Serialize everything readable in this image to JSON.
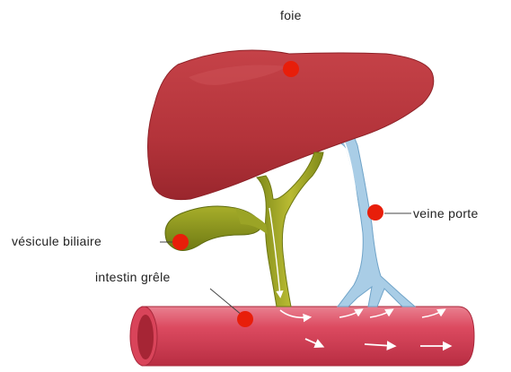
{
  "labels": {
    "liver": "foie",
    "portal_vein": "veine porte",
    "gallbladder": "vésicule biliaire",
    "small_intestine": "intestin grêle"
  },
  "colors": {
    "liver": "#b8343a",
    "liver_highlight": "#cc5056",
    "bile_duct": "#a7a825",
    "gallbladder": "#8e9a1e",
    "portal_vein": "#a9cde6",
    "intestine": "#d9445a",
    "intestine_opening": "#a62535",
    "marker": "#e81e0a",
    "arrows": "#ffffff"
  }
}
